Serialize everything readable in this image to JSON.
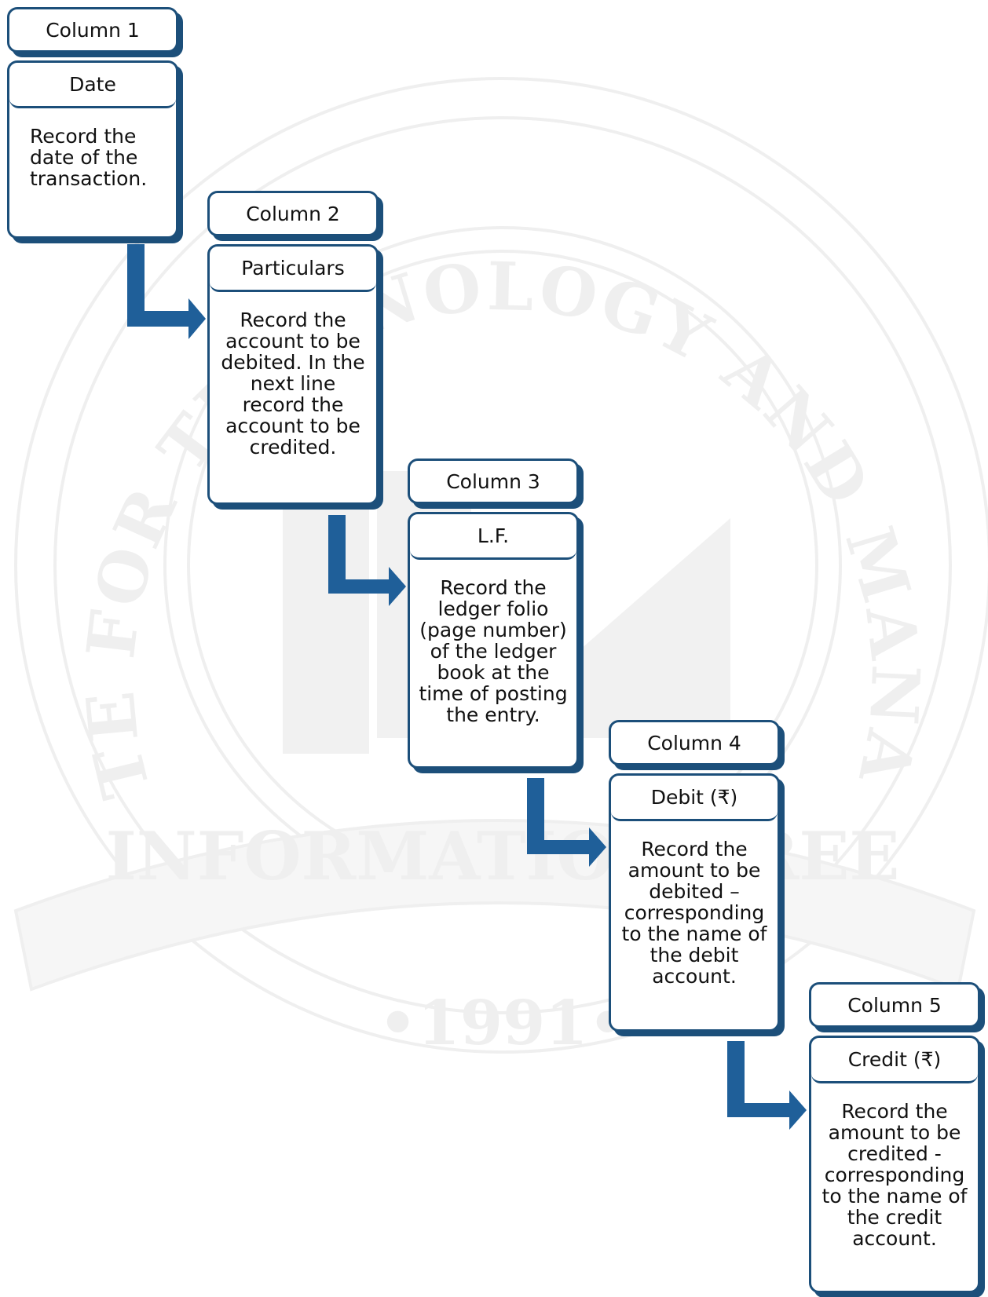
{
  "diagram": {
    "colors": {
      "box_border": "#1c4f7a",
      "arrow": "#1f5f99",
      "watermark": "#eeeeee"
    },
    "watermark": {
      "top_text": "INSTITUTE FOR TECHNOLOGY AND MANAGEMENT",
      "banner_text": "INFORMATION FREE",
      "year": "•1991•"
    },
    "steps": [
      {
        "column": "Column 1",
        "heading": "Date",
        "description": "Record the date of the transaction."
      },
      {
        "column": "Column 2",
        "heading": "Particulars",
        "description": "Record the account to be debited. In the next line record the account to be credited."
      },
      {
        "column": "Column 3",
        "heading": "L.F.",
        "description": "Record the ledger folio (page number) of the ledger book at the time of posting the entry."
      },
      {
        "column": "Column 4",
        "heading": "Debit (₹)",
        "description": "Record the amount to be debited – corresponding to the name of the debit account."
      },
      {
        "column": "Column 5",
        "heading": "Credit (₹)",
        "description": "Record the amount to be credited - corresponding to the name of the credit account."
      }
    ],
    "flow_arrows": [
      {
        "from": "Column 1",
        "to": "Column 2"
      },
      {
        "from": "Column 2",
        "to": "Column 3"
      },
      {
        "from": "Column 3",
        "to": "Column 4"
      },
      {
        "from": "Column 4",
        "to": "Column 5"
      }
    ]
  }
}
